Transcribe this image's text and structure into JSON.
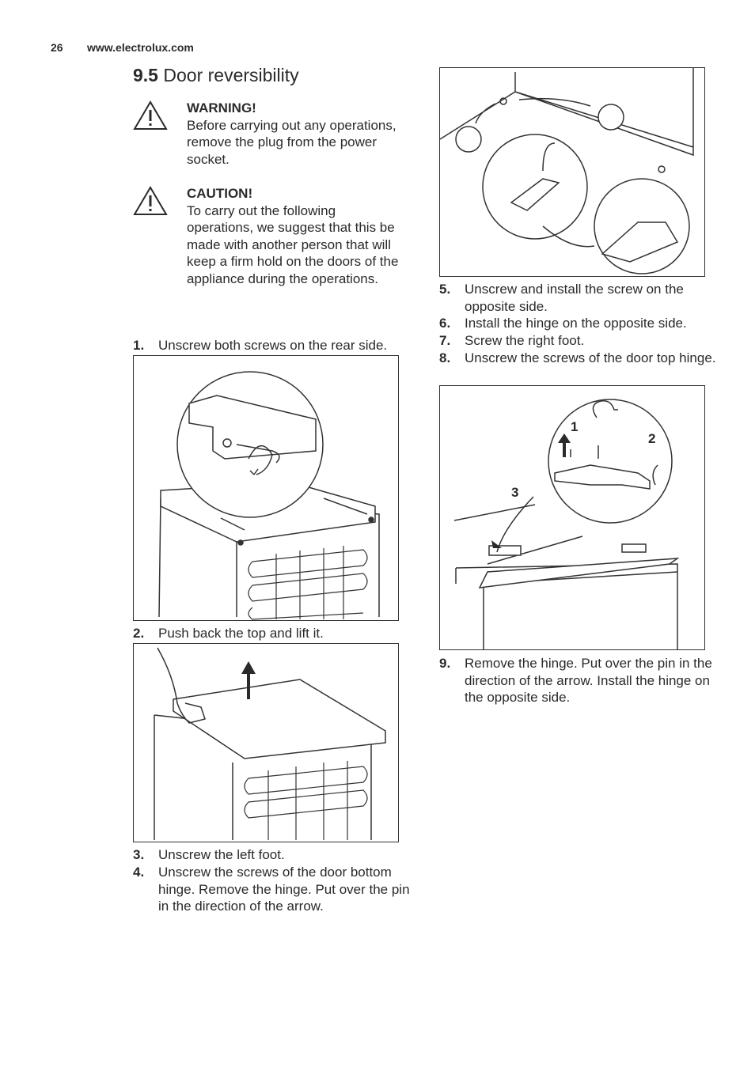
{
  "header": {
    "page_number": "26",
    "website": "www.electrolux.com"
  },
  "section": {
    "number": "9.5",
    "title": "Door reversibility"
  },
  "warning": {
    "label": "WARNING!",
    "text": "Before carrying out any operations, remove the plug from the power socket.",
    "icon": "warning-triangle-icon"
  },
  "caution": {
    "label": "CAUTION!",
    "text": "To carry out the following operations, we suggest that this be made with another person that will keep a firm hold on the doors of the appliance during the operations.",
    "icon": "warning-triangle-icon"
  },
  "steps": [
    {
      "num": "1.",
      "text": "Unscrew both screws on the rear side."
    },
    {
      "num": "2.",
      "text": "Push back the top and lift it."
    },
    {
      "num": "3.",
      "text": "Unscrew the left foot."
    },
    {
      "num": "4.",
      "text": "Unscrew the screws of the door bottom hinge. Remove the hinge. Put over the pin in the direction of the arrow."
    },
    {
      "num": "5.",
      "text": "Unscrew and install the screw on the opposite side."
    },
    {
      "num": "6.",
      "text": "Install the hinge on the opposite side."
    },
    {
      "num": "7.",
      "text": "Screw the right foot."
    },
    {
      "num": "8.",
      "text": "Unscrew the screws of the door top hinge."
    },
    {
      "num": "9.",
      "text": "Remove the hinge. Put over the pin in the direction of the arrow. Install the hinge on the opposite side."
    }
  ],
  "figure4": {
    "label_1": "1",
    "label_2": "2",
    "label_3": "3"
  }
}
